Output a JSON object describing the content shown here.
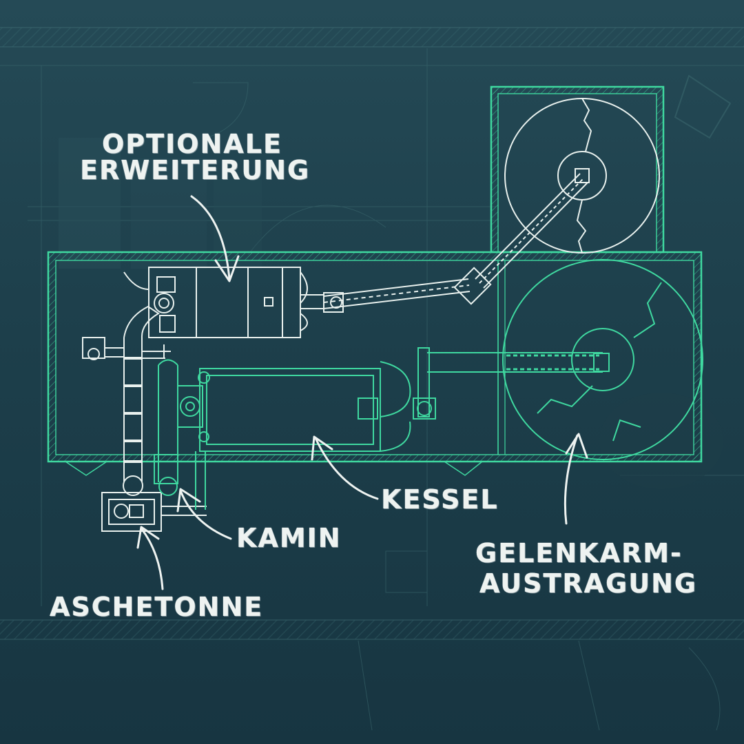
{
  "labels": {
    "optionale": [
      "OPTIONALE",
      "ERWEITERUNG"
    ],
    "kessel": "KESSEL",
    "kamin": "KAMIN",
    "aschetonne": "ASCHETONNE",
    "gelenkarm": [
      "GELENKARM-",
      "AUSTRAGUNG"
    ]
  },
  "colors": {
    "background": "#1d3f4b",
    "accent": "#3fd9a0",
    "line": "#e9f1ee"
  }
}
